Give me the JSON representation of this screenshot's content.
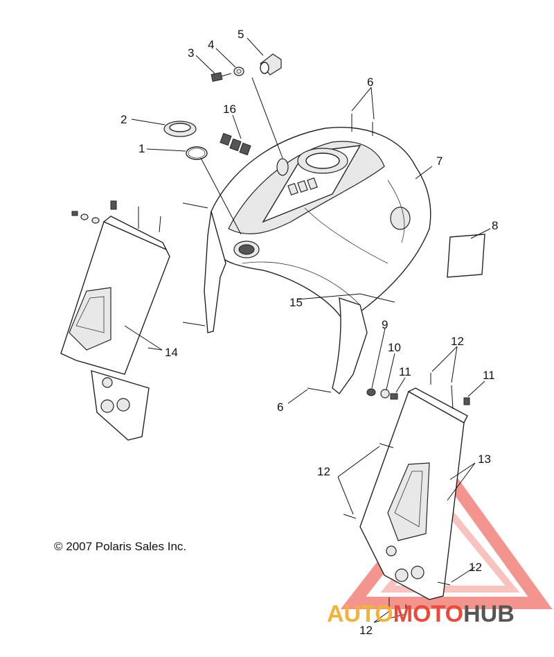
{
  "callouts": {
    "c1": "1",
    "c2": "2",
    "c3": "3",
    "c4": "4",
    "c5": "5",
    "c6a": "6",
    "c6b": "6",
    "c7": "7",
    "c8": "8",
    "c9": "9",
    "c10": "10",
    "c11a": "11",
    "c11b": "11",
    "c12a": "12",
    "c12b": "12",
    "c12c": "12",
    "c12d": "12",
    "c13": "13",
    "c14": "14",
    "c15": "15",
    "c16": "16"
  },
  "copyright": "© 2007 Polaris Sales Inc.",
  "watermark": {
    "part1": "AUTO",
    "part2": "MOTO",
    "part3": "HUB"
  },
  "colors": {
    "watermark_red": "#e84a3b",
    "watermark_orange": "#f3b23a",
    "watermark_gray": "#555555"
  }
}
